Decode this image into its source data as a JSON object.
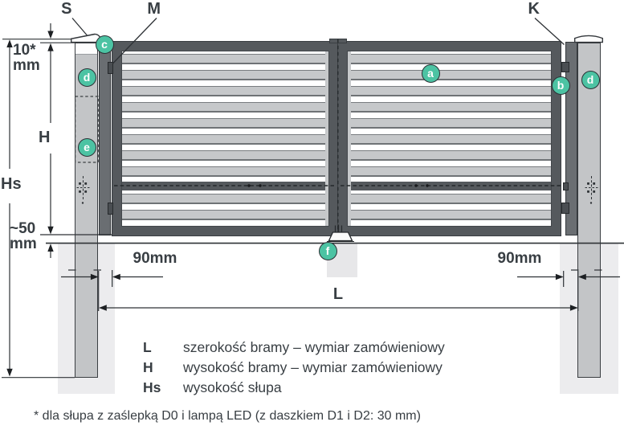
{
  "labels": {
    "s": "S",
    "m": "M",
    "k": "K"
  },
  "dimensions": {
    "top_offset_value": "10*",
    "top_offset_unit": "mm",
    "gate_height": "H",
    "post_height": "Hs",
    "bottom_gap_value": "~50",
    "bottom_gap_unit": "mm",
    "side_offset_left": "90mm",
    "side_offset_right": "90mm",
    "gate_width": "L"
  },
  "markers": [
    {
      "letter": "c"
    },
    {
      "letter": "d"
    },
    {
      "letter": "e"
    },
    {
      "letter": "a"
    },
    {
      "letter": "b"
    },
    {
      "letter": "d"
    },
    {
      "letter": "f"
    }
  ],
  "legend": {
    "rows": [
      {
        "key": "L",
        "text": "szerokość bramy – wymiar zamówieniowy"
      },
      {
        "key": "H",
        "text": "wysokość bramy – wymiar zamówieniowy"
      },
      {
        "key": "Hs",
        "text": "wysokość słupa"
      }
    ]
  },
  "footnote": "* dla słupa z zaślepką D0 i lampą LED (z daszkiem D1 i D2: 30 mm)",
  "colors": {
    "accent_teal": "#4cc3a3",
    "frame_gray": "#55595d",
    "slat_gray": "#c6c8ca",
    "post_gray": "#c3c5c7",
    "profile_gray": "#6a6e72",
    "foundation_gray": "#ececee",
    "text": "#383e43"
  }
}
